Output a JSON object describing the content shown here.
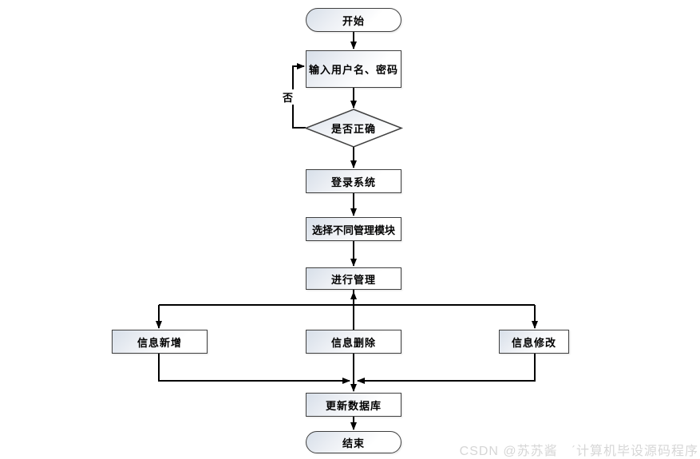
{
  "diagram": {
    "type": "flowchart",
    "nodes": {
      "start": "开始",
      "input_credentials": "输入用户名、密码",
      "decision_correct": "是否正确",
      "login_system": "登录系统",
      "select_module": "选择不同管理模块",
      "manage": "进行管理",
      "info_add": "信息新增",
      "info_delete": "信息删除",
      "info_modify": "信息修改",
      "update_database": "更新数据库",
      "end": "结束"
    },
    "edge_labels": {
      "no": "否"
    },
    "colors": {
      "node_fill_top": "#d7dfe9",
      "node_fill_bottom": "#ffffff",
      "node_border": "#404040",
      "arrow": "#000000",
      "text": "#000000",
      "watermark": "#d6d6d6"
    }
  },
  "watermark": {
    "text": "CSDN @苏苏酱　ˊ计算机毕设源码程序"
  }
}
